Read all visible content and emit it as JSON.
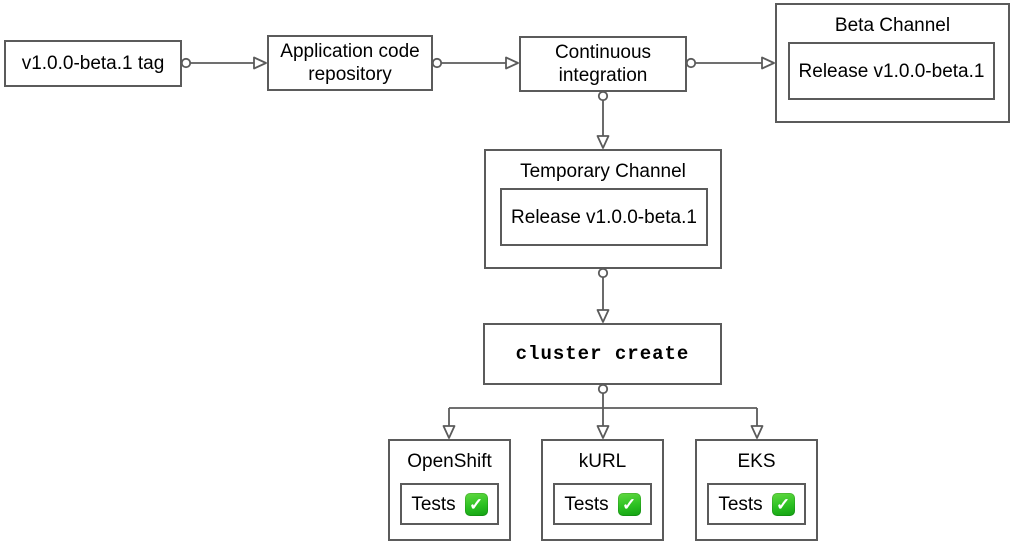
{
  "diagram": {
    "colors": {
      "stroke": "#5b5b5b",
      "text": "#000000",
      "background": "#ffffff",
      "check_green": "#2cc122"
    },
    "nodes": {
      "tag": {
        "label": "v1.0.0-beta.1 tag"
      },
      "repository": {
        "label": "Application code repository"
      },
      "ci": {
        "label": "Continuous integration"
      },
      "beta_channel": {
        "title": "Beta Channel",
        "release_label": "Release v1.0.0-beta.1"
      },
      "temporary_channel": {
        "title": "Temporary Channel",
        "release_label": "Release v1.0.0-beta.1"
      },
      "cluster_create": {
        "label": "cluster create"
      },
      "clusters": [
        {
          "title": "OpenShift",
          "tests_label": "Tests"
        },
        {
          "title": "kURL",
          "tests_label": "Tests"
        },
        {
          "title": "EKS",
          "tests_label": "Tests"
        }
      ]
    },
    "icons": {
      "check": "✓"
    }
  }
}
